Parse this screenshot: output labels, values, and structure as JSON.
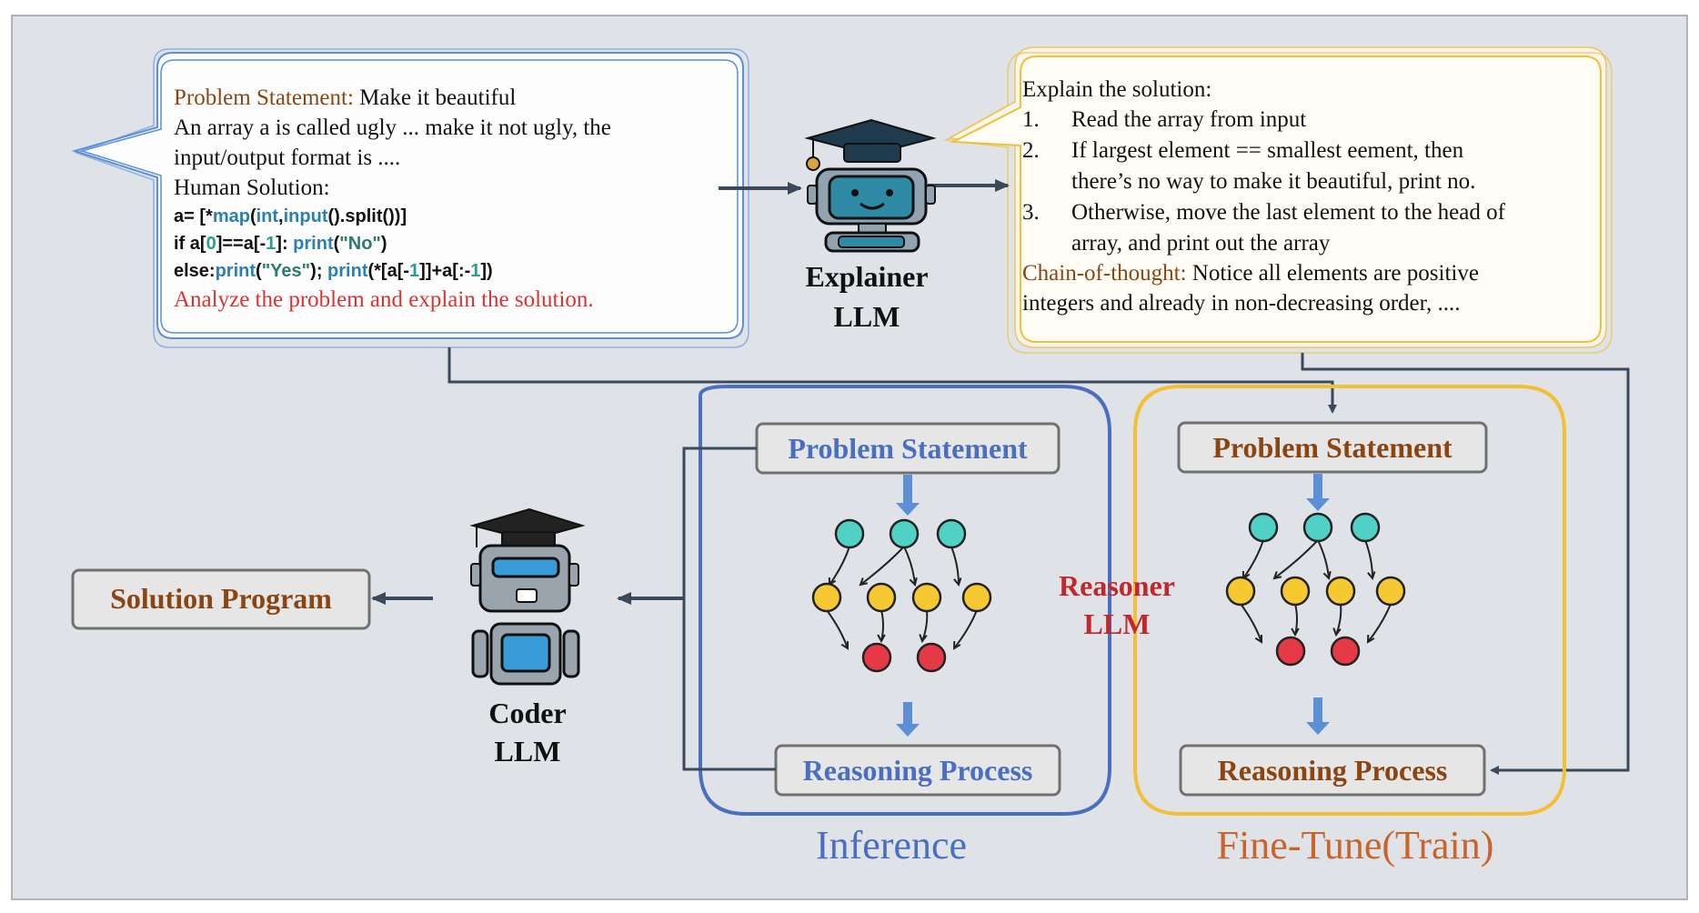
{
  "left_bubble": {
    "problem_label": "Problem Statement:",
    "problem_title": " Make it beautiful",
    "line1": "An array a is called ugly ... make it not ugly, the",
    "line2": "input/output format is ....",
    "human_label": "Human Solution:",
    "code": [
      {
        "p1": "a= [*",
        "k1": "map",
        "p2": "(",
        "k2": "int",
        "p3": ",",
        "k3": "input",
        "p4": "().split())]"
      },
      {
        "p1": "if a[",
        "n1": "0",
        "p2": "]==a[-",
        "n2": "1",
        "p3": "]: ",
        "k1": "print",
        "p4": "(",
        "s1": "\"No\"",
        "p5": ")"
      },
      {
        "p1": "else:",
        "k1": "print",
        "p2": "(",
        "s1": "\"Yes\"",
        "p3": "); ",
        "k2": "print",
        "p4": "(*[a[-",
        "n1": "1",
        "p5": "]]+a[:-",
        "n2": "1",
        "p6": "])"
      }
    ],
    "instruction": "Analyze the problem and explain the solution."
  },
  "right_bubble": {
    "header": "Explain the solution:",
    "items": [
      {
        "num": "1.",
        "lines": [
          "Read the array from input"
        ]
      },
      {
        "num": "2.",
        "lines": [
          "If largest element == smallest eement, then",
          "there’s no way to make it beautiful, print no."
        ]
      },
      {
        "num": "3.",
        "lines": [
          "Otherwise, move the last element to the head of",
          "array, and print out the array"
        ]
      }
    ],
    "cot_label": "Chain-of-thought:",
    "cot_text1": " Notice all elements are positive",
    "cot_text2": "integers and already in non-decreasing order, ...."
  },
  "explainer": {
    "line1": "Explainer",
    "line2": "LLM"
  },
  "coder": {
    "line1": "Coder",
    "line2": "LLM"
  },
  "reasoner": {
    "line1": "Reasoner",
    "line2": "LLM"
  },
  "solution_program": "Solution Program",
  "inference": {
    "problem_box": "Problem Statement",
    "reasoning_box": "Reasoning Process",
    "caption": "Inference"
  },
  "finetune": {
    "problem_box": "Problem Statement",
    "reasoning_box": "Reasoning Process",
    "caption": "Fine-Tune(Train)"
  },
  "colors": {
    "background": "#dfe3e8",
    "inference_accent": "#4a6fc1",
    "finetune_accent": "#f2c037",
    "brown_text": "#8B4513",
    "red_text": "#e03030",
    "node_teal": "#4fd1c5",
    "node_yellow": "#f6c933",
    "node_red": "#e63946",
    "arrow_dark": "#3a4a5a",
    "arrow_blue": "#5b8fd6"
  },
  "icons": [
    "explainer-robot-icon",
    "coder-robot-icon",
    "graduation-cap-icon"
  ]
}
